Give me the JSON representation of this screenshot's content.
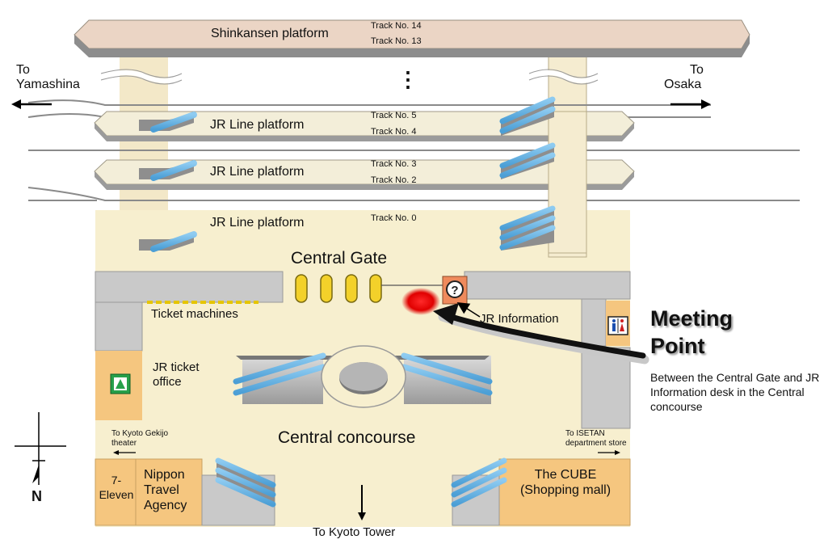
{
  "platforms": {
    "shinkansen": "Shinkansen platform",
    "jr_line_1": "JR Line platform",
    "jr_line_2": "JR Line platform",
    "jr_line_3": "JR Line platform"
  },
  "tracks": {
    "t14": "Track No. 14",
    "t13": "Track No. 13",
    "t5": "Track No. 5",
    "t4": "Track No. 4",
    "t3": "Track No. 3",
    "t2": "Track No. 2",
    "t0": "Track No. 0",
    "ellipsis": "⋮"
  },
  "directions": {
    "west_to": "To",
    "west_place": "Yamashina",
    "east_to": "To",
    "east_place": "Osaka",
    "south": "To Kyoto Tower",
    "gekijo": "To Kyoto Gekijo",
    "gekijo2": "theater",
    "isetan": "To ISETAN",
    "isetan2": "department store"
  },
  "areas": {
    "central_gate": "Central Gate",
    "central_concourse": "Central concourse",
    "ticket_machines": "Ticket machines",
    "jr_information": "JR Information",
    "jr_ticket_office": "JR ticket office",
    "seven_eleven": "7- Eleven",
    "nippon_travel": "Nippon Travel Agency",
    "cube": "The CUBE (Shopping mall)"
  },
  "meeting": {
    "title_line1": "Meeting",
    "title_line2": "Point",
    "description": "Between the Central Gate and JR Information desk in the Central concourse"
  },
  "compass": {
    "north": "N"
  },
  "icons": {
    "info": "question-mark-icon",
    "ticket_office": "green-window-icon",
    "restroom": "restroom-icon",
    "compass": "compass-icon"
  },
  "colors": {
    "floor": "#f7efcf",
    "platform_fill": "#f3eed9",
    "shinkansen_fill": "#ebd5c5",
    "shop": "#f5c67f",
    "gray_block": "#c9c9c9",
    "escalator": "#6bb4e6",
    "meeting_point": "#e00000",
    "info_box": "#ef8a5c"
  }
}
